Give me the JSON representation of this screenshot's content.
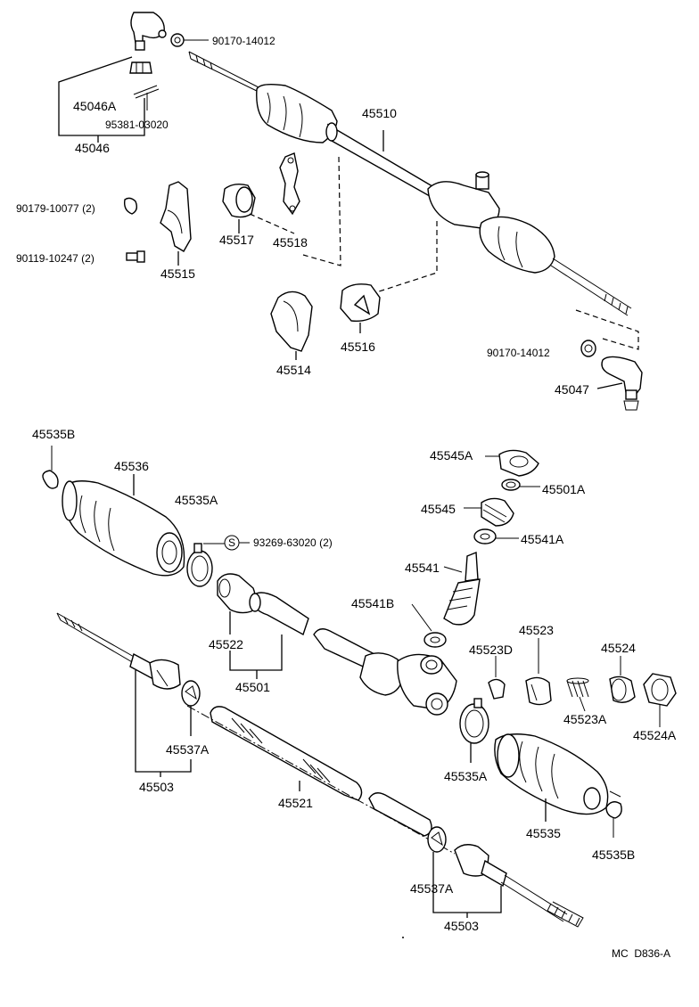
{
  "diagram_code": "MC  D836-A",
  "labels": {
    "p90170_top": "90170-14012",
    "p45046A": "45046A",
    "p95381": "95381-03020",
    "p45046": "45046",
    "p45510": "45510",
    "p90179": "90179-10077 (2)",
    "p90119": "90119-10247 (2)",
    "p45515": "45515",
    "p45517": "45517",
    "p45518": "45518",
    "p45514": "45514",
    "p45516": "45516",
    "p90170_bot": "90170-14012",
    "p45047": "45047",
    "p45535B_top": "45535B",
    "p45536": "45536",
    "p45535A_top": "45535A",
    "p93269": "93269-63020 (2)",
    "s_symbol": "S",
    "p45522": "45522",
    "p45501": "45501",
    "p45545A": "45545A",
    "p45501A": "45501A",
    "p45545": "45545",
    "p45541A": "45541A",
    "p45541": "45541",
    "p45541B": "45541B",
    "p45523": "45523",
    "p45523D": "45523D",
    "p45524": "45524",
    "p45523A": "45523A",
    "p45524A": "45524A",
    "p45537A_left": "45537A",
    "p45503_left": "45503",
    "p45521": "45521",
    "p45535A_bot": "45535A",
    "p45535": "45535",
    "p45535B_bot": "45535B",
    "p45537A_bot": "45537A",
    "p45503_bot": "45503"
  }
}
